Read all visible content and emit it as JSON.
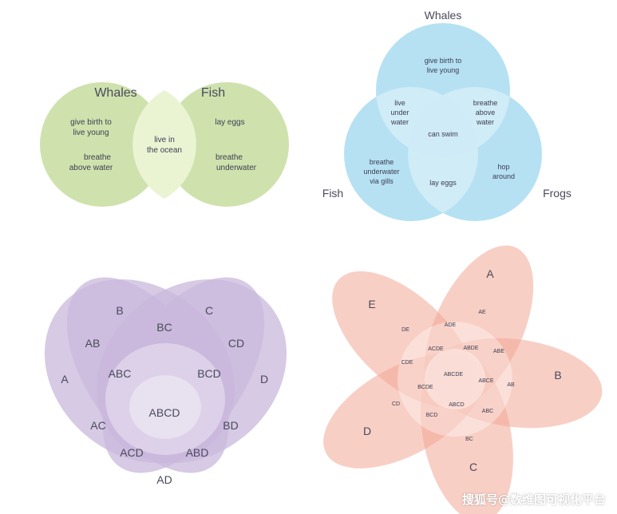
{
  "colors": {
    "green": "#cfe2ad",
    "green_overlap": "#eaf4d3",
    "blue": "#a8dcf1",
    "purple": "#c9b8dc",
    "salmon": "#f2a896"
  },
  "venn_whales_fish": {
    "set_a": "Whales",
    "set_b": "Fish",
    "a_only": [
      "give birth to",
      "live young",
      "breathe",
      "above water"
    ],
    "overlap": [
      "live in",
      "the ocean"
    ],
    "b_only": [
      "lay eggs",
      "breathe",
      "underwater"
    ]
  },
  "venn_three": {
    "set_top": "Whales",
    "set_left": "Fish",
    "set_right": "Frogs",
    "top_only": [
      "give birth to",
      "live young"
    ],
    "top_left": [
      "live",
      "under",
      "water"
    ],
    "top_right": [
      "breathe",
      "above",
      "water"
    ],
    "center": "can swim",
    "left_only": [
      "breathe",
      "underwater",
      "via gills"
    ],
    "left_right": "lay eggs",
    "right_only": [
      "hop",
      "around"
    ]
  },
  "venn_four": {
    "labels": [
      "A",
      "B",
      "C",
      "D",
      "AB",
      "BC",
      "CD",
      "ABC",
      "BCD",
      "ABCD",
      "AC",
      "BD",
      "ACD",
      "ABD",
      "AD"
    ]
  },
  "venn_five": {
    "sets": [
      "A",
      "B",
      "C",
      "D",
      "E"
    ],
    "regions": [
      "AE",
      "ADE",
      "DE",
      "ABDE",
      "ACDE",
      "ABE",
      "CDE",
      "ABCDE",
      "ABCE",
      "AB",
      "BCDE",
      "ABCD",
      "CD",
      "BCD",
      "ABC",
      "BC"
    ]
  },
  "watermark": "搜狐号@数维图可视化平台"
}
